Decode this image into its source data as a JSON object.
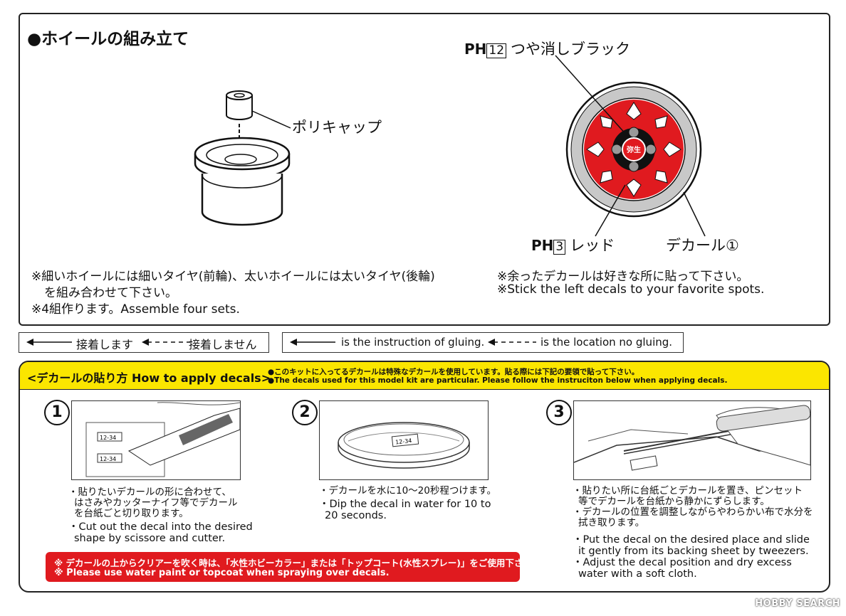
{
  "top": {
    "title": "●ホイールの組み立て",
    "polycap_label": "ポリキャップ",
    "paint_top": {
      "ph": "PH",
      "num": "12",
      "text": "つや消しブラック"
    },
    "paint_bottom": {
      "ph": "PH",
      "num": "3",
      "text": "レッド"
    },
    "decal_label": "デカール①",
    "hub_text": "弥生",
    "note_left_1": "※細いホイールには細いタイヤ(前輪)、太いホイールには太いタイヤ(後輪)",
    "note_left_2": "を組み合わせて下さい。",
    "note_left_3": "※4組作ります。Assemble four sets.",
    "note_right_1": "※余ったデカールは好きな所に貼って下さい。",
    "note_right_2": "※Stick the left decals to your favorite spots."
  },
  "legend": {
    "jp_glue": "接着します",
    "jp_noglue": "接着しません",
    "en_glue": "is the instruction of gluing.",
    "en_noglue": "is the location no gluing."
  },
  "decals": {
    "header": "<デカールの貼り方 How to apply decals>",
    "header_note_1": "●このキットに入ってるデカールは特殊なデカールを使用しています。貼る際には下記の要領で貼って下さい。",
    "header_note_2": "●The decals used for this model kit are particular. Please follow the instruciton below when applying decals.",
    "decal_sample": "12-34",
    "steps": [
      {
        "num": "1",
        "jp": [
          "・貼りたいデカールの形に合わせて、",
          "はさみやカッターナイフ等でデカール",
          "を台紙ごと切り取ります。"
        ],
        "en": [
          "・Cut out the decal into the desired",
          "shape by scissore and cutter."
        ]
      },
      {
        "num": "2",
        "jp": [
          "・デカールを水に10～20秒程つけます。"
        ],
        "en": [
          "・Dip the decal in water for 10 to",
          "20 seconds."
        ]
      },
      {
        "num": "3",
        "jp": [
          "・貼りたい所に台紙ごとデカールを置き、ピンセット",
          "等でデカールを台紙から静かにずらします。",
          "・デカールの位置を調整しながらやわらかい布で水分を",
          "拭き取ります。"
        ],
        "en": [
          "・Put the decal on the desired place and slide",
          "it gently from its backing sheet by tweezers.",
          "・Adjust the decal position and dry excess",
          "water with a soft cloth."
        ]
      }
    ],
    "warning_jp": "※ デカールの上からクリアーを吹く時は、「水性ホビーカラー」または「トップコート(水性スプレー)」をご使用下さい。",
    "warning_en": "※ Please use water paint or topcoat when spraying over decals."
  },
  "watermark": "HOBBY SEARCH",
  "colors": {
    "accent_yellow": "#fbe600",
    "warning_red": "#e01a1f",
    "wheel_red": "#e01a1f"
  }
}
